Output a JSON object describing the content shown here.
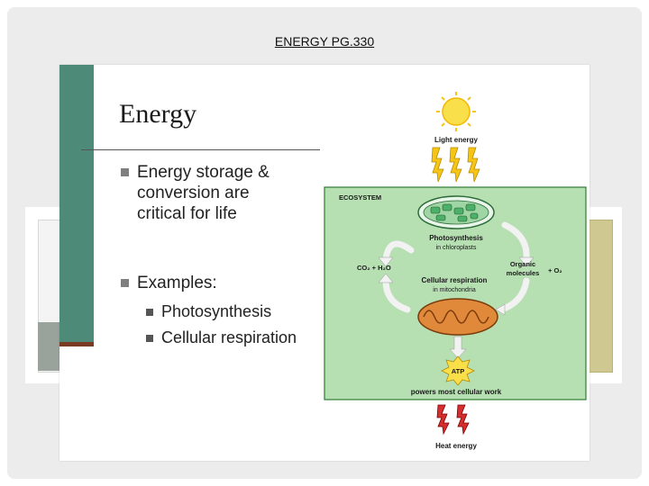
{
  "page_title": "ENERGY PG.330",
  "slide": {
    "heading": "Energy",
    "bullets": [
      {
        "text_lines": [
          "Energy storage &",
          "conversion are",
          "critical for life"
        ]
      },
      {
        "text_lines": [
          "Examples:"
        ],
        "sub": [
          "Photosynthesis",
          "Cellular respiration"
        ]
      }
    ]
  },
  "diagram": {
    "light_label": "Light energy",
    "ecosystem_label": "ECOSYSTEM",
    "photosynthesis_label": "Photosynthesis",
    "photosynthesis_sub": "in chloroplasts",
    "co2_label": "CO₂ + H₂O",
    "organic_label_1": "Organic",
    "organic_label_2": "molecules",
    "o2_label": "+ O₂",
    "respiration_label": "Cellular respiration",
    "respiration_sub": "in mitochondria",
    "atp_label": "ATP",
    "powers_label": "powers most cellular work",
    "heat_label": "Heat energy",
    "colors": {
      "ecosystem_fill": "#b6dfb2",
      "ecosystem_border": "#2e7d32",
      "sun": "#f9e04a",
      "light_bolt": "#f5c518",
      "heat_bolt": "#d32f2f",
      "mito": "#e0893a",
      "chloro": "#4caf6a"
    }
  }
}
